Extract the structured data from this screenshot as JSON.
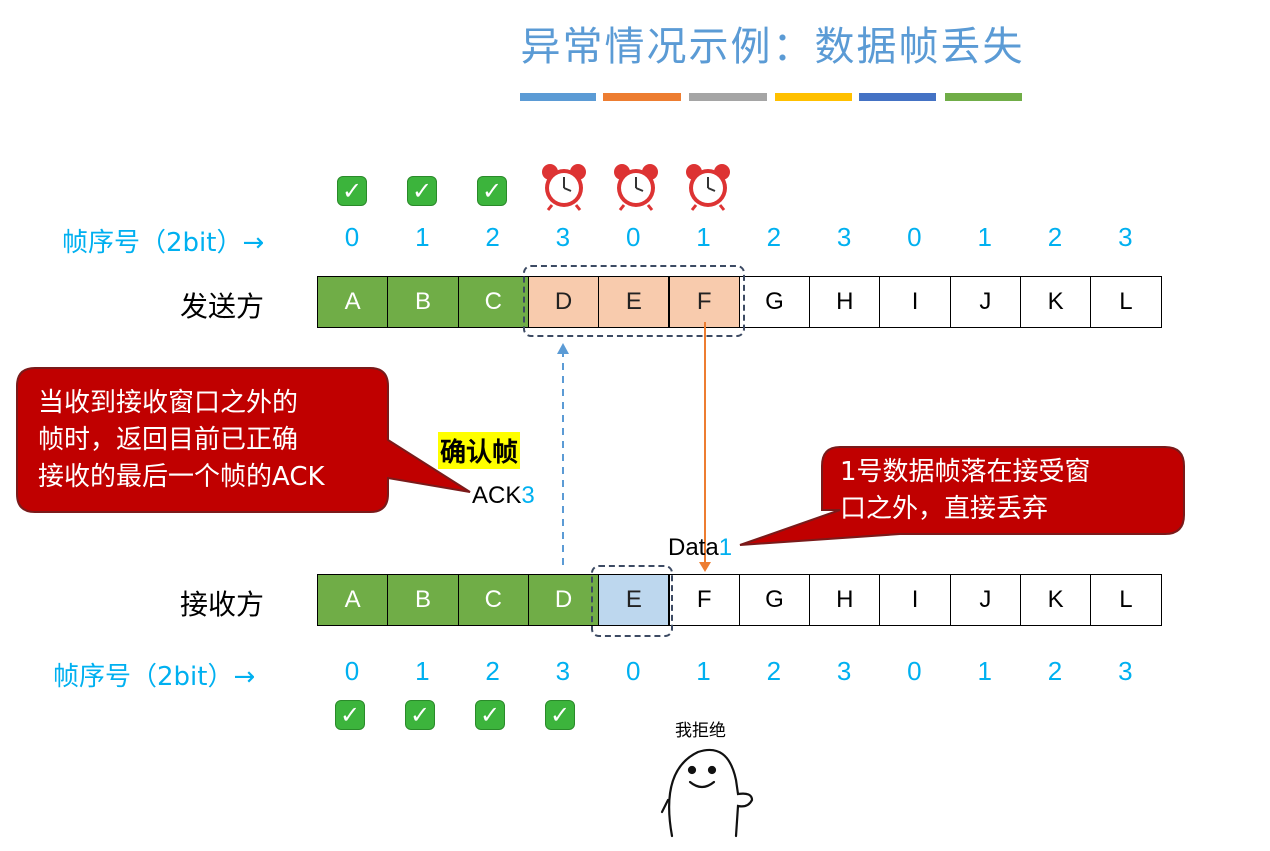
{
  "title": "异常情况示例：数据帧丢失",
  "title_bar_colors": [
    "#5B9BD5",
    "#ED7D31",
    "#A5A5A5",
    "#FFC000",
    "#4472C4",
    "#70AD47"
  ],
  "seq_label": "帧序号（2bit）→",
  "seq_numbers": [
    "0",
    "1",
    "2",
    "3",
    "0",
    "1",
    "2",
    "3",
    "0",
    "1",
    "2",
    "3"
  ],
  "sender": {
    "label": "发送方",
    "frames": [
      "A",
      "B",
      "C",
      "D",
      "E",
      "F",
      "G",
      "H",
      "I",
      "J",
      "K",
      "L"
    ]
  },
  "receiver": {
    "label": "接收方",
    "frames": [
      "A",
      "B",
      "C",
      "D",
      "E",
      "F",
      "G",
      "H",
      "I",
      "J",
      "K",
      "L"
    ]
  },
  "sender_marks": {
    "checks": 3,
    "alarms": 3,
    "check_icon": "check-icon",
    "alarm_icon": "alarm-clock-icon",
    "check_symbol": "✓"
  },
  "receiver_marks": {
    "checks": 4
  },
  "left_callout": {
    "text_lines": [
      "当收到接收窗口之外的",
      "帧时，返回目前已正确",
      "接收的最后一个帧的ACK"
    ],
    "color": "#C00000"
  },
  "right_callout": {
    "text_lines": [
      "1号数据帧落在接受窗",
      "口之外，直接丢弃"
    ],
    "color": "#C00000"
  },
  "ack_frame_label": "确认帧",
  "ack": {
    "prefix": "ACK",
    "num": "3"
  },
  "data": {
    "prefix": "Data",
    "num": "1"
  },
  "character_caption": "我拒绝"
}
